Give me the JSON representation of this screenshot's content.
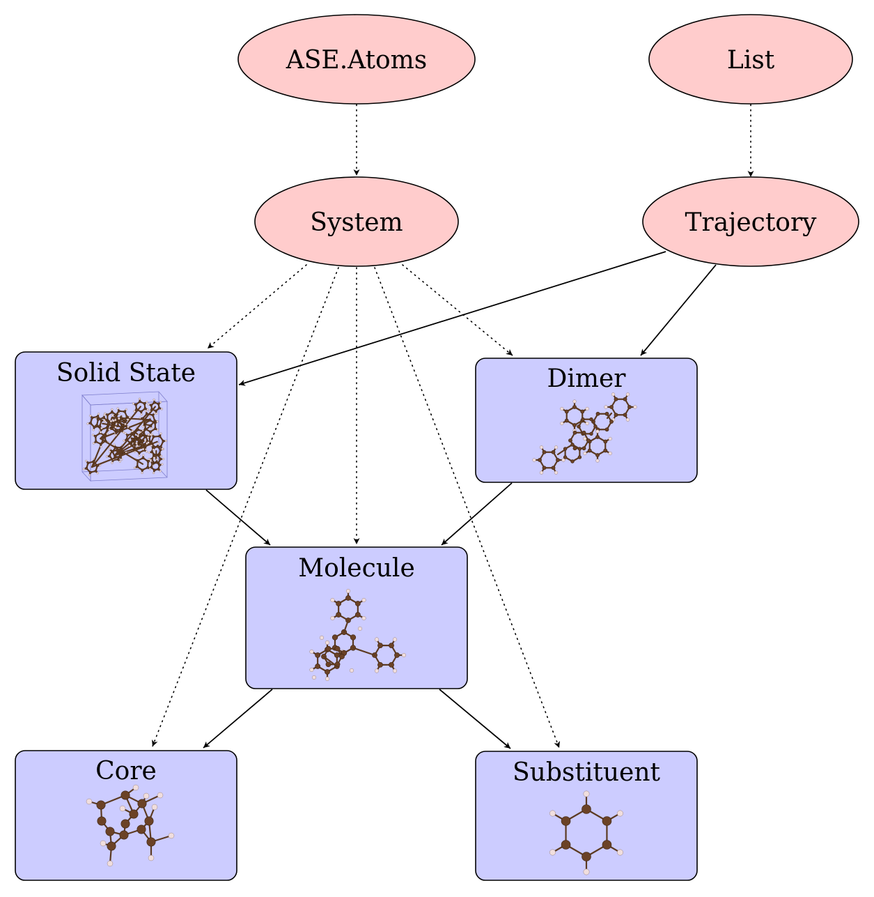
{
  "nodes": {
    "ase_atoms": "ASE.Atoms",
    "list": "List",
    "system": "System",
    "trajectory": "Trajectory",
    "solid_state": "Solid State",
    "dimer": "Dimer",
    "molecule": "Molecule",
    "core": "Core",
    "substituent": "Substituent"
  },
  "colors": {
    "ellipse_fill": "#ffcccc",
    "box_fill": "#ccccff",
    "carbon_atom": "#6b4226",
    "hydrogen_atom": "#f0dede"
  },
  "edges": [
    {
      "from": "ase_atoms",
      "to": "system",
      "style": "dotted"
    },
    {
      "from": "list",
      "to": "trajectory",
      "style": "dotted"
    },
    {
      "from": "system",
      "to": "solid_state",
      "style": "dotted"
    },
    {
      "from": "system",
      "to": "molecule",
      "style": "dotted"
    },
    {
      "from": "system",
      "to": "dimer",
      "style": "dotted"
    },
    {
      "from": "system",
      "to": "core",
      "style": "dotted"
    },
    {
      "from": "system",
      "to": "substituent",
      "style": "dotted"
    },
    {
      "from": "trajectory",
      "to": "solid_state",
      "style": "solid"
    },
    {
      "from": "trajectory",
      "to": "dimer",
      "style": "solid"
    },
    {
      "from": "solid_state",
      "to": "molecule",
      "style": "solid"
    },
    {
      "from": "dimer",
      "to": "molecule",
      "style": "solid"
    },
    {
      "from": "molecule",
      "to": "core",
      "style": "solid"
    },
    {
      "from": "molecule",
      "to": "substituent",
      "style": "solid"
    }
  ]
}
